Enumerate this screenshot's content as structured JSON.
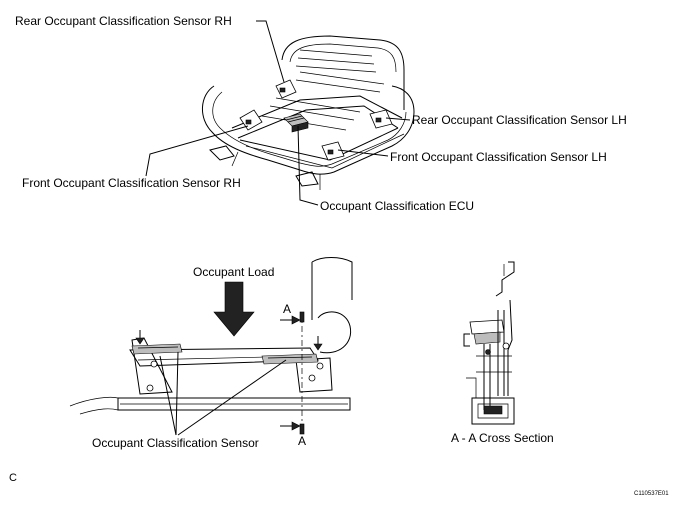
{
  "labels": {
    "rear_rh": "Rear Occupant Classification Sensor RH",
    "rear_lh": "Rear Occupant Classification Sensor LH",
    "front_lh": "Front Occupant Classification Sensor LH",
    "front_rh": "Front Occupant Classification Sensor RH",
    "ecu": "Occupant Classification ECU",
    "occupant_load": "Occupant Load",
    "section_a_top": "A",
    "section_a_bottom": "A",
    "sensor": "Occupant Classification Sensor",
    "cross_section": "A - A Cross Section",
    "corner_letter": "C",
    "figure_code": "C110537E01"
  }
}
